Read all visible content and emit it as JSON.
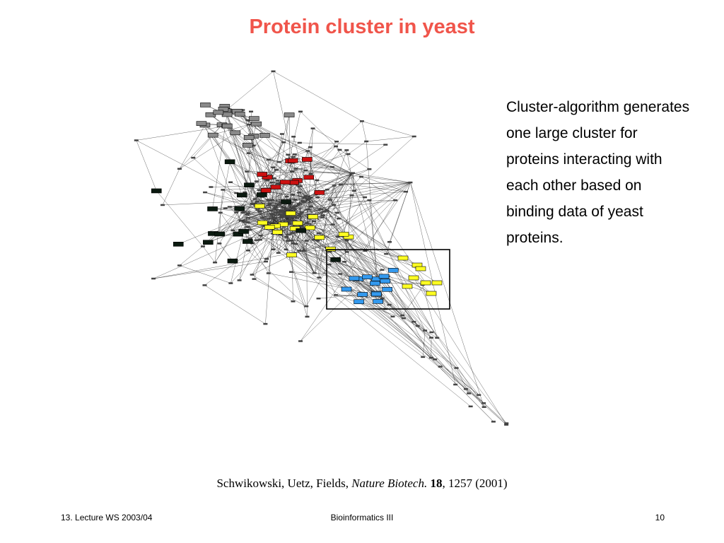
{
  "slide": {
    "title": "Protein cluster in yeast",
    "description": "Cluster-algorithm generates one large cluster for proteins interacting with each other based on binding data of yeast proteins."
  },
  "figure": {
    "node_colors": {
      "default": "#ffffff",
      "gray": "#8a8a8a",
      "red": "#cc1111",
      "yellow": "#ffff22",
      "blue": "#3399ee",
      "dark": "#0b1a10"
    },
    "edge_color": "#222222",
    "highlight_box": true
  },
  "citation": {
    "authors": "Schwikowski, Uetz, Fields,",
    "journal": "Nature Biotech.",
    "volume": "18",
    "pages_year": ", 1257 (2001)"
  },
  "footer": {
    "left": "13. Lecture WS 2003/04",
    "center": "Bioinformatics III",
    "page": "10"
  }
}
